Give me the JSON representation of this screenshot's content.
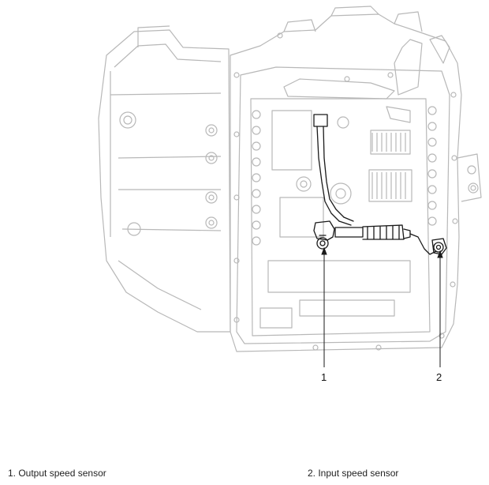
{
  "callouts": [
    {
      "number": "1"
    },
    {
      "number": "2"
    }
  ],
  "legend": [
    {
      "text": "1. Output speed sensor"
    },
    {
      "text": "2. Input speed sensor"
    }
  ],
  "colors": {
    "line_art": "#b8b8b8",
    "highlight": "#1a1a1a",
    "background": "#ffffff"
  }
}
